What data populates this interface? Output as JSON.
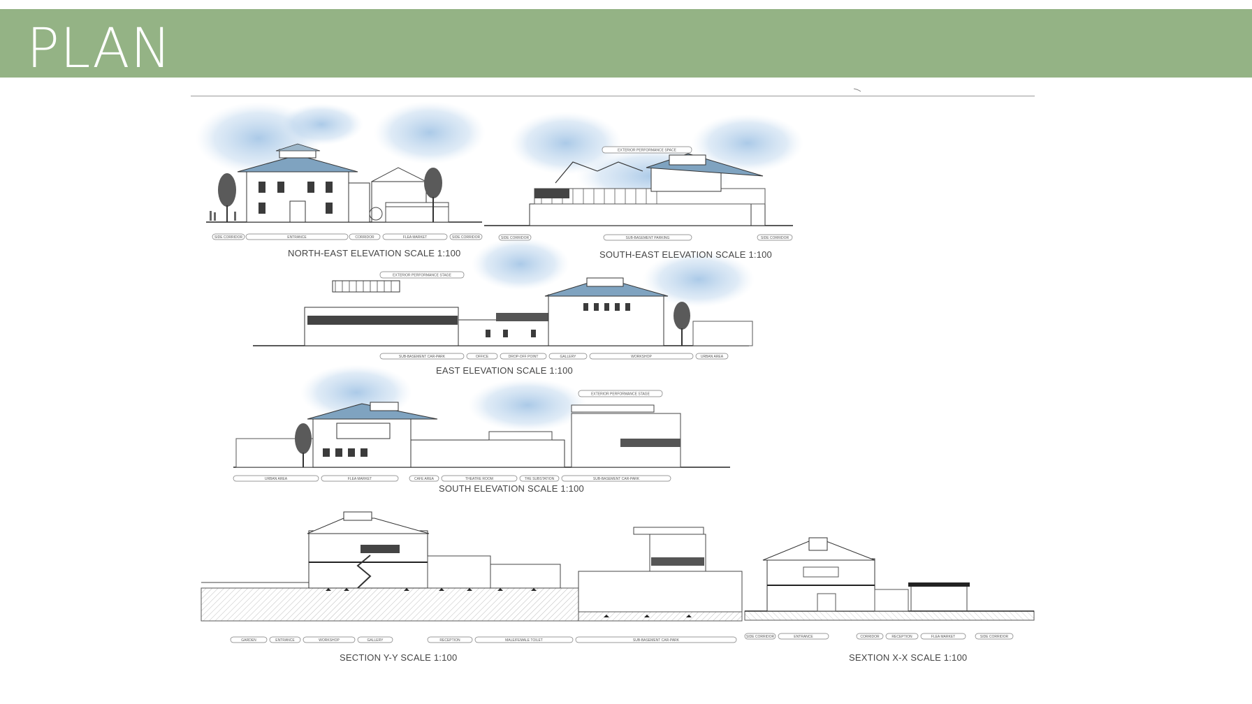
{
  "slide": {
    "title": "PLAN",
    "header_color": "#94b385"
  },
  "drawings": {
    "ne": {
      "caption": "NORTH-EAST ELEVATION  SCALE 1:100",
      "tags": [
        "SIDE CORRIDOR",
        "ENTRANCE",
        "CORRIDOR",
        "FLEA MARKET",
        "SIDE CORRIDOR"
      ]
    },
    "se": {
      "caption": "SOUTH-EAST ELEVATION  SCALE 1:100",
      "top_tag": "EXTERIOR PERFORMANCE SPACE",
      "tags": [
        "SIDE CORRIDOR",
        "SUB-BASEMENT PARKING",
        "SIDE CORRIDOR"
      ]
    },
    "east": {
      "caption": "EAST ELEVATION  SCALE 1:100",
      "top_tag": "EXTERIOR PERFORMANCE STAGE",
      "tags": [
        "SUB-BASEMENT CAR-PARK",
        "OFFICE",
        "DROP-OFF POINT",
        "GALLERY",
        "WORKSHOP",
        "URBAN AREA"
      ]
    },
    "south": {
      "caption": "SOUTH ELEVATION  SCALE 1:100",
      "top_tag": "EXTERIOR PERFORMANCE STAGE",
      "tags": [
        "URBAN AREA",
        "FLEA MARKET",
        "CAFE AREA",
        "THEATRE ROOM",
        "THE SUBSTATION",
        "SUB-BASEMENT CAR-PARK"
      ]
    },
    "section_yy": {
      "caption": "SECTION Y-Y  SCALE 1:100",
      "tags": [
        "GARDEN",
        "ENTRANCE",
        "WORKSHOP",
        "GALLERY",
        "RECEPTION",
        "MALE/FEMALE TOILET",
        "SUB-BASEMENT CAR-PARK"
      ]
    },
    "section_xx": {
      "caption": "SEXTION X-X  SCALE 1:100",
      "tags": [
        "SIDE CORRIDOR",
        "ENTRANCE",
        "CORRIDOR",
        "RECEPTION",
        "FLEA MARKET",
        "SIDE CORRIDOR"
      ]
    }
  }
}
